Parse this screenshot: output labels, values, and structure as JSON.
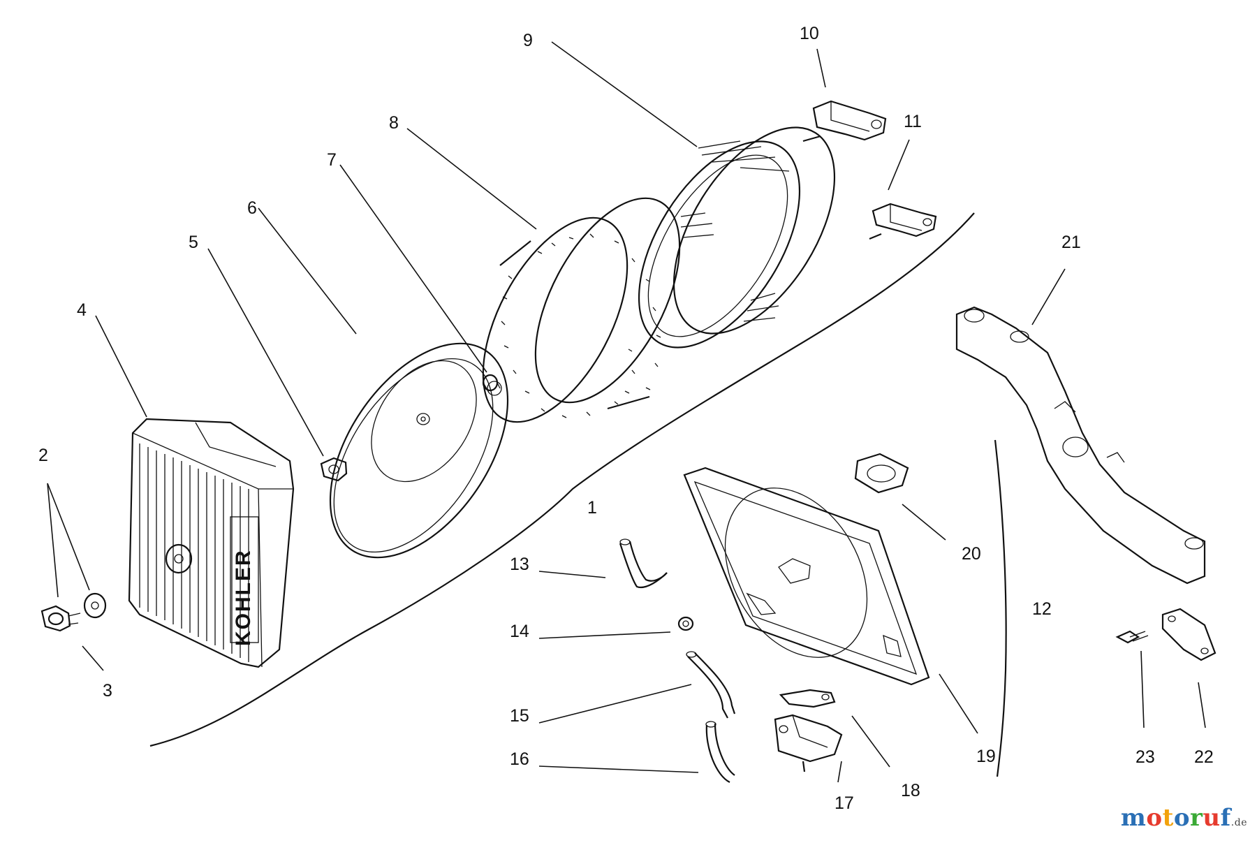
{
  "callouts": {
    "c1": "1",
    "c2": "2",
    "c3": "3",
    "c4": "4",
    "c5": "5",
    "c6": "6",
    "c7": "7",
    "c8": "8",
    "c9": "9",
    "c10": "10",
    "c11": "11",
    "c12": "12",
    "c13": "13",
    "c14": "14",
    "c15": "15",
    "c16": "16",
    "c17": "17",
    "c18": "18",
    "c19": "19",
    "c20": "20",
    "c21": "21",
    "c22": "22",
    "c23": "23"
  },
  "housing_brand": "KOHLER",
  "watermark": {
    "letters": [
      {
        "ch": "m",
        "color": "#2a6fb5"
      },
      {
        "ch": "o",
        "color": "#e63b2e"
      },
      {
        "ch": "t",
        "color": "#f2a20c"
      },
      {
        "ch": "o",
        "color": "#2a6fb5"
      },
      {
        "ch": "r",
        "color": "#3aa935"
      },
      {
        "ch": "u",
        "color": "#e63b2e"
      },
      {
        "ch": "f",
        "color": "#2a6fb5"
      }
    ],
    "tld": ".de"
  }
}
